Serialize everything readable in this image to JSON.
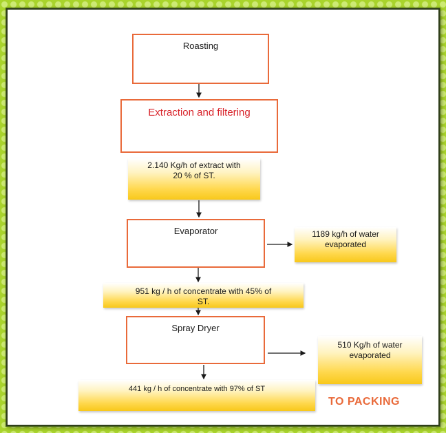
{
  "steps": {
    "roasting": "Roasting",
    "extraction": "Extraction and filtering",
    "evaporator": "Evaporator",
    "spray_dryer": "Spray Dryer"
  },
  "notes": {
    "extract_line1": "2.140 Kg/h of extract with",
    "extract_line2": "20 % of ST.",
    "water_evap_line1": "1189 kg/h of water",
    "water_evap_line2": "evaporated",
    "concentrate45_line1": "951 kg / h of concentrate with 45% of",
    "concentrate45_line2": "ST.",
    "water_dry_line1": "510 Kg/h of water",
    "water_dry_line2": "evaporated",
    "concentrate97": "441 kg / h of concentrate with 97% of ST"
  },
  "end_label": "TO PACKING",
  "colors": {
    "box_border": "#e96a3a",
    "extraction_text": "#d8232a",
    "note_fill": "#ffd84d",
    "background": "#a9d42c"
  }
}
